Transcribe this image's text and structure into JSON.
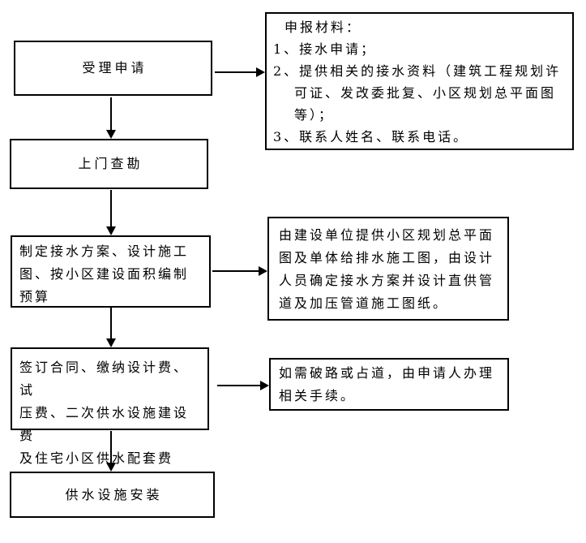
{
  "flow": {
    "steps": [
      {
        "label": "受理申请"
      },
      {
        "label": "上门查勘"
      },
      {
        "label": "制定接水方案、设计施工\n图、按小区建设面积编制\n预算"
      },
      {
        "label": "签订合同、缴纳设计费、试\n压费、二次供水设施建设费\n及住宅小区供水配套费"
      },
      {
        "label": "供水设施安装"
      }
    ],
    "annotations": [
      {
        "title": "申报材料：",
        "items": [
          "1、接水申请；",
          "2、提供相关的接水资料（建筑工程规划许\n可证、发改委批复、小区规划总平面图\n等）；",
          "3、联系人姓名、联系电话。"
        ]
      },
      {
        "text": "由建设单位提供小区规划总平面\n图及单体给排水施工图，由设计\n人员确定接水方案并设计直供管\n道及加压管道施工图纸。"
      },
      {
        "text": "如需破路或占道，由申请人办理\n相关手续。"
      }
    ],
    "colors": {
      "border": "#000000",
      "text": "#000000",
      "background": "#ffffff"
    }
  }
}
